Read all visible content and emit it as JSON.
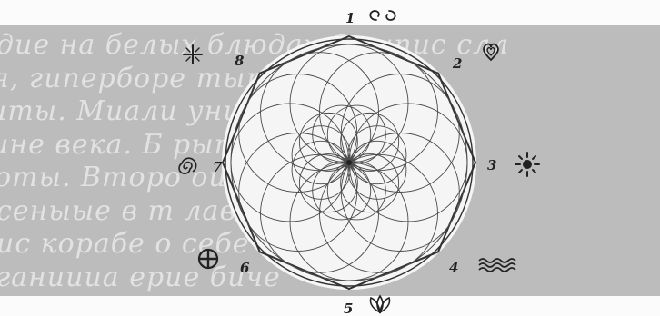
{
  "background_text": [
    "дие на белых блюдах Орыпис слл",
    "я, гиперборе тыри, бес-",
    "иты. Миали уничто-",
    "ине века. Б рыпиар",
    "оты. Второ оисты и бе",
    "сеныые в т лав и на белых",
    "ис корабе о себе",
    "ганиииа ерие биче"
  ],
  "position_numbers": [
    "1",
    "2",
    "3",
    "4",
    "5",
    "6",
    "7",
    "8"
  ],
  "symbols": {
    "1": "double-spiral-icon",
    "2": "heart-icon",
    "3": "sun-icon",
    "4": "waves-icon",
    "5": "lotus-icon",
    "6": "cross-circle-icon",
    "7": "spiral-icon",
    "8": "star-cross-icon"
  },
  "colors": {
    "page": "#fbfbfb",
    "band": "#bcbcbc",
    "band_text": "#e2e2e2",
    "circle_fill": "#f5f5f5",
    "ink": "#222222"
  }
}
